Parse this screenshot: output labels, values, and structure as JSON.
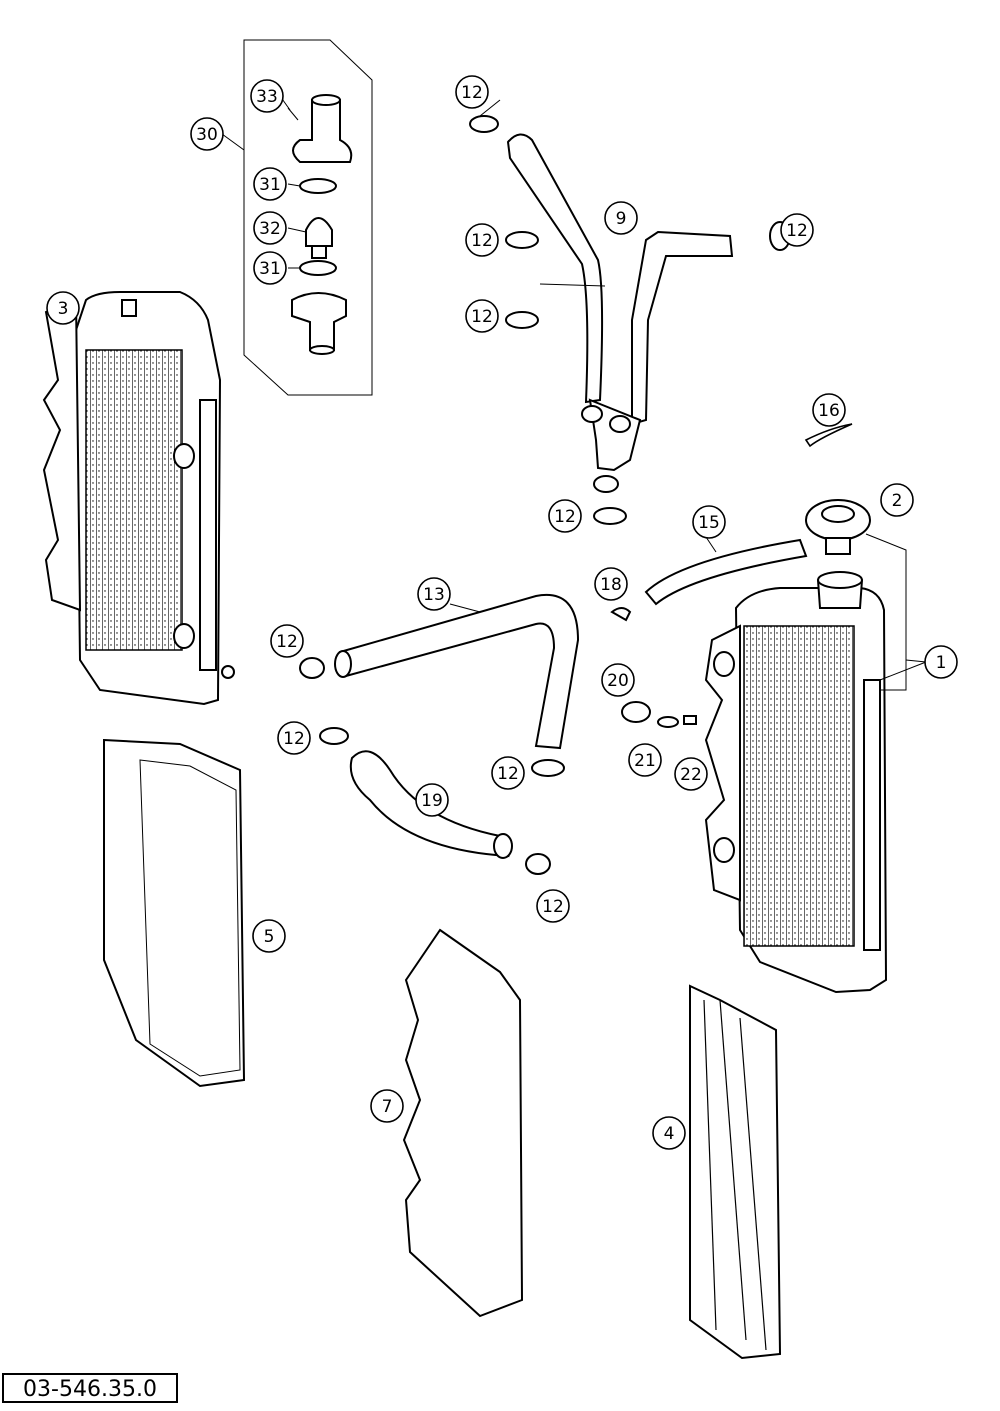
{
  "document_number": "03-546.35.0",
  "callouts": [
    {
      "id": "c33",
      "label": "33"
    },
    {
      "id": "c30",
      "label": "30"
    },
    {
      "id": "c31a",
      "label": "31"
    },
    {
      "id": "c32",
      "label": "32"
    },
    {
      "id": "c31b",
      "label": "31"
    },
    {
      "id": "c3",
      "label": "3"
    },
    {
      "id": "c12a",
      "label": "12"
    },
    {
      "id": "c12b",
      "label": "12"
    },
    {
      "id": "c9",
      "label": "9"
    },
    {
      "id": "c12c",
      "label": "12"
    },
    {
      "id": "c12d",
      "label": "12"
    },
    {
      "id": "c16",
      "label": "16"
    },
    {
      "id": "c12e",
      "label": "12"
    },
    {
      "id": "c15",
      "label": "15"
    },
    {
      "id": "c2",
      "label": "2"
    },
    {
      "id": "c13",
      "label": "13"
    },
    {
      "id": "c18",
      "label": "18"
    },
    {
      "id": "c12f",
      "label": "12"
    },
    {
      "id": "c1",
      "label": "1"
    },
    {
      "id": "c20",
      "label": "20"
    },
    {
      "id": "c12g",
      "label": "12"
    },
    {
      "id": "c21",
      "label": "21"
    },
    {
      "id": "c22",
      "label": "22"
    },
    {
      "id": "c12h",
      "label": "12"
    },
    {
      "id": "c19",
      "label": "19"
    },
    {
      "id": "c12i",
      "label": "12"
    },
    {
      "id": "c5",
      "label": "5"
    },
    {
      "id": "c7",
      "label": "7"
    },
    {
      "id": "c4",
      "label": "4"
    }
  ]
}
